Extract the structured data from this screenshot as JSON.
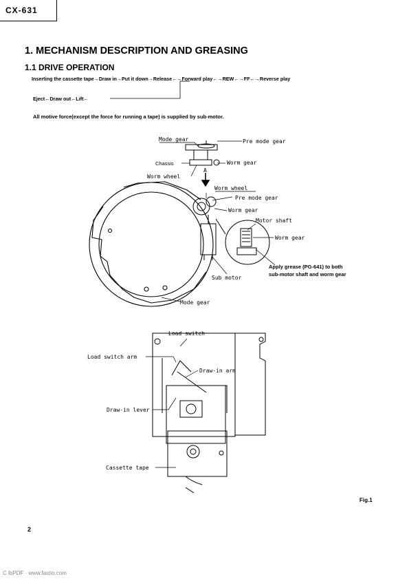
{
  "header": {
    "model": "CX-631"
  },
  "section": {
    "title": "1. MECHANISM DESCRIPTION AND GREASING",
    "subtitle": "1.1 DRIVE OPERATION"
  },
  "sequence": {
    "line1": "Inserting the cassette tape→Draw in→Put it down→Release←→Forward play←→REW←→FF←→Reverse play",
    "line2": "Eject←Draw out←Lift←"
  },
  "note": "All motive force(except the force for running a tape) is supplied by sub-motor.",
  "figure_top": {
    "labels": {
      "mode_gear": "Mode gear",
      "pre_mode_gear": "Pre mode gear",
      "chassis": "Chassis",
      "worm_gear": "Worm gear",
      "arrow": "A",
      "worm_wheel": "Worm wheel",
      "worm_wheel2": "Worm wheel",
      "pre_mode_gear2": "Pre mode gear",
      "worm_gear2": "Worm gear",
      "motor_shaft": "Motor shaft",
      "worm_gear3": "Worm gear",
      "grease_1": "Apply grease (PG-641) to both",
      "grease_2": "sub-motor shaft and worm gear",
      "sub_motor": "Sub motor",
      "mode_gear2": "Mode gear"
    }
  },
  "figure_bottom": {
    "labels": {
      "load_switch": "Load switch",
      "load_switch_arm": "Load switch arm",
      "draw_in_arm": "Draw-in arm",
      "draw_in_lever": "Draw-in lever",
      "cassette_tape": "Cassette tape"
    }
  },
  "fig_label": "Fig.1",
  "page_number": "2",
  "watermark": "C lbPDF · www.fastio.com"
}
